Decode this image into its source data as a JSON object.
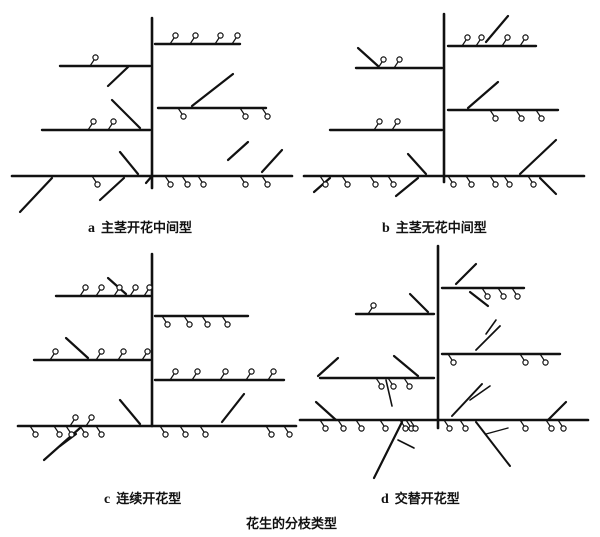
{
  "panels": [
    {
      "letter": "a",
      "caption": "主茎开花中间型"
    },
    {
      "letter": "b",
      "caption": "主茎无花中间型"
    },
    {
      "letter": "c",
      "caption": "连续开花型"
    },
    {
      "letter": "d",
      "caption": "交替开花型"
    }
  ],
  "figure_caption": "花生的分枝类型",
  "colors": {
    "ink": "#111111",
    "background": "#ffffff"
  }
}
